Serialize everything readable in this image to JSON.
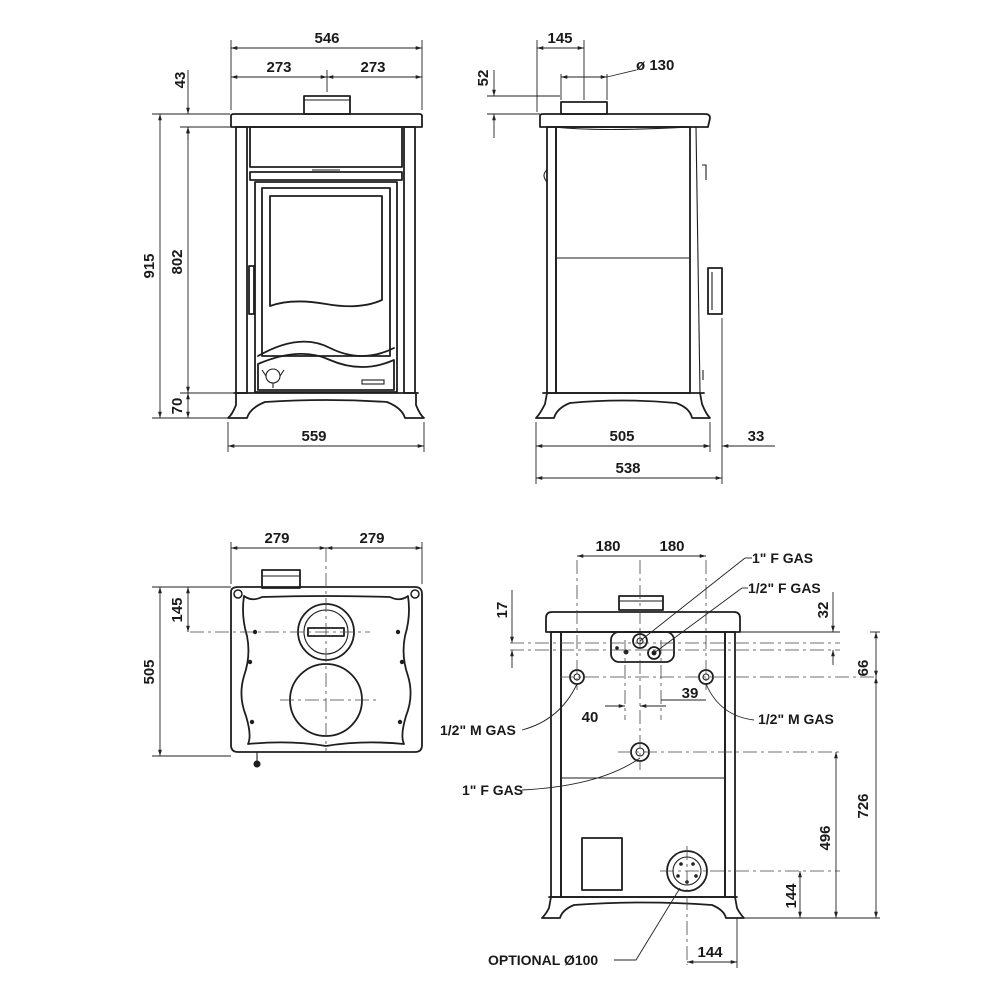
{
  "front": {
    "width_total": "546",
    "half_left": "273",
    "half_right": "273",
    "top_offset": "43",
    "height_total": "915",
    "height_body": "802",
    "foot_height": "70",
    "base_width": "559"
  },
  "side": {
    "flue_offset": "145",
    "flue_diameter": "ø 130",
    "flue_height": "52",
    "depth": "505",
    "rear_protrusion": "33",
    "depth_total": "538"
  },
  "top": {
    "half_left": "279",
    "half_right": "279",
    "flue_offset": "145",
    "depth": "505"
  },
  "rear": {
    "half_left": "180",
    "half_right": "180",
    "top_gap": "17",
    "conn_offset_1": "32",
    "conn_offset_2": "66",
    "spacing_40": "40",
    "spacing_39": "39",
    "height_726": "726",
    "height_496": "496",
    "height_144": "144",
    "width_144": "144",
    "labels": {
      "f_gas_1in_top": "1\" F GAS",
      "f_gas_half_top": "1/2\" F GAS",
      "m_gas_left": "1/2\" M GAS",
      "m_gas_right": "1/2\" M GAS",
      "f_gas_1in_mid": "1\" F GAS",
      "optional": "OPTIONAL Ø100"
    }
  }
}
